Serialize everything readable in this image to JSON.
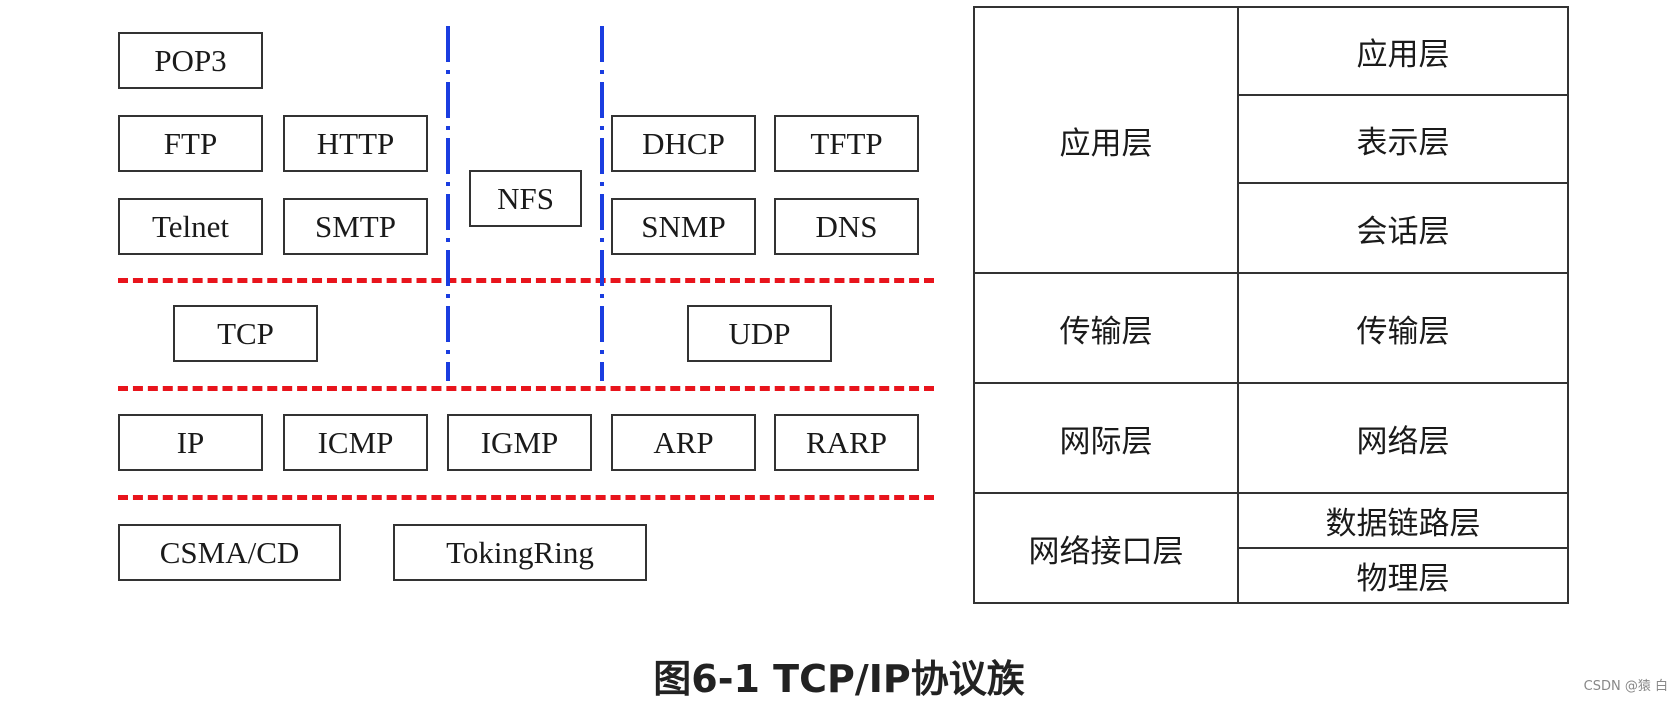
{
  "protocols": {
    "pop3": "POP3",
    "ftp": "FTP",
    "http": "HTTP",
    "telnet": "Telnet",
    "smtp": "SMTP",
    "nfs": "NFS",
    "dhcp": "DHCP",
    "tftp": "TFTP",
    "snmp": "SNMP",
    "dns": "DNS",
    "tcp": "TCP",
    "udp": "UDP",
    "ip": "IP",
    "icmp": "ICMP",
    "igmp": "IGMP",
    "arp": "ARP",
    "rarp": "RARP",
    "csmacd": "CSMA/CD",
    "tokingring": "TokingRing"
  },
  "tcpip_layers": {
    "application": "应用层",
    "transport": "传输层",
    "internet": "网际层",
    "network_interface": "网络接口层"
  },
  "osi_layers": {
    "application": "应用层",
    "presentation": "表示层",
    "session": "会话层",
    "transport": "传输层",
    "network": "网络层",
    "data_link": "数据链路层",
    "physical": "物理层"
  },
  "caption": "图6-1  TCP/IP协议族",
  "watermark": "CSDN @猿 白",
  "colors": {
    "layer_divider": "#e8141c",
    "protocol_divider": "#1a3de0",
    "border": "#333333"
  }
}
